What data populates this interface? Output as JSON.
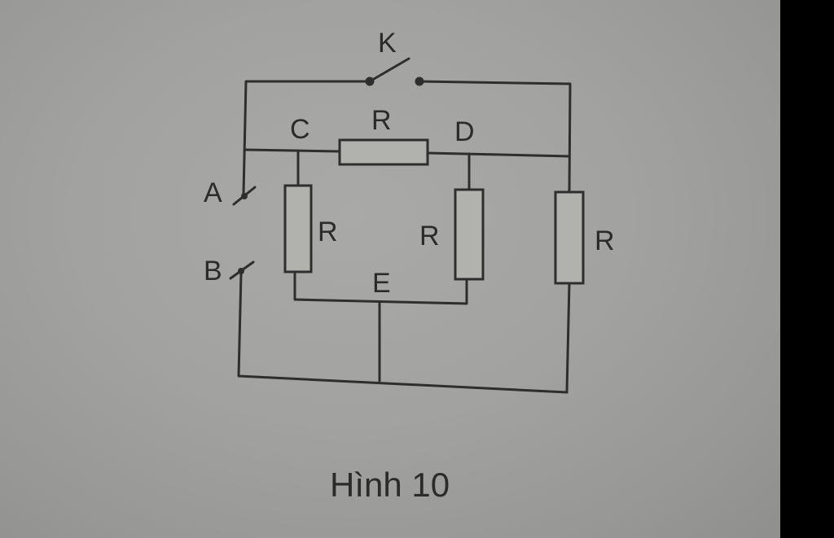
{
  "diagram": {
    "switch_label": "K",
    "node_a_label": "A",
    "node_b_label": "B",
    "node_c_label": "C",
    "node_d_label": "D",
    "node_e_label": "E",
    "resistor_cd_label": "R",
    "resistor_ce_label": "R",
    "resistor_de_label": "R",
    "resistor_right_label": "R",
    "caption": "Hình 10"
  },
  "colors": {
    "paper": "#a3a3a1",
    "ink": "#2e2e2e",
    "margin": "#000000"
  }
}
